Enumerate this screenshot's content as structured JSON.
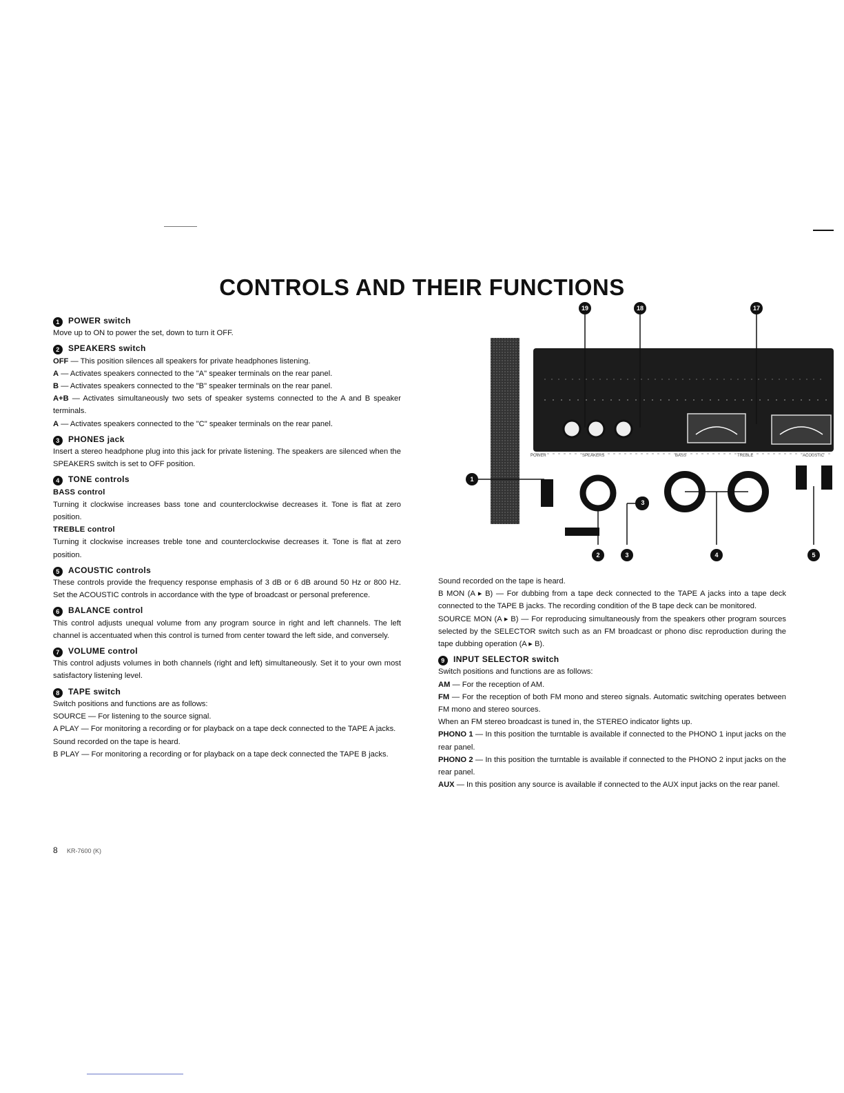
{
  "title": "CONTROLS AND THEIR FUNCTIONS",
  "sections": {
    "power": {
      "num": "1",
      "heading": "POWER switch",
      "lines": [
        "Move up to ON to power the set, down to turn it OFF."
      ]
    },
    "speakers": {
      "num": "2",
      "heading": "SPEAKERS switch",
      "items": [
        {
          "key": "OFF",
          "text": " — This position silences all speakers for private headphones listening."
        },
        {
          "key": "A",
          "text": " — Activates speakers connected to the \"A\" speaker terminals on the rear panel."
        },
        {
          "key": "B",
          "text": " — Activates speakers connected to the \"B\" speaker terminals on the rear panel."
        },
        {
          "key": "A+B",
          "text": " — Activates simultaneously two sets of speaker systems connected to the A and B speaker terminals."
        },
        {
          "key": "A",
          "text": " — Activates speakers connected to the \"C\" speaker terminals on the rear panel."
        }
      ]
    },
    "phones": {
      "num": "3",
      "heading": "PHONES jack",
      "text": "Insert a stereo headphone plug into this jack for private listening. The speakers are silenced when the SPEAKERS switch is set to OFF position."
    },
    "tone": {
      "num": "4",
      "heading": "TONE controls",
      "bass_heading": "BASS control",
      "bass_text": "Turning it clockwise increases bass tone and counterclockwise decreases it. Tone is flat at zero position.",
      "treble_heading": "TREBLE control",
      "treble_text": "Turning it clockwise increases treble tone and counterclockwise decreases it. Tone is flat at zero position."
    },
    "acoustic": {
      "num": "5",
      "heading": "ACOUSTIC controls",
      "text": "These controls provide the frequency response emphasis of 3 dB or 6 dB around 50 Hz or 800 Hz. Set the ACOUSTIC controls in accordance with the type of broadcast or personal preference."
    },
    "balance": {
      "num": "6",
      "heading": "BALANCE control",
      "text": "This control adjusts unequal volume from any program source in right and left channels. The left channel is accentuated when this control is turned from center toward the left side, and conversely."
    },
    "volume": {
      "num": "7",
      "heading": "VOLUME control",
      "text": "This control adjusts volumes in both channels (right and left) simultaneously. Set it to your own most satisfactory listening level."
    },
    "tape": {
      "num": "8",
      "heading": "TAPE switch",
      "lines": [
        "Switch positions and functions are as follows:",
        "SOURCE — For listening to the source signal.",
        "A PLAY — For monitoring a recording or for playback on a tape deck connected to the TAPE A jacks.",
        "Sound recorded on the tape is heard.",
        "B PLAY — For monitoring a recording or for playback on a tape deck connected the TAPE B jacks."
      ],
      "continued": [
        "Sound recorded on the tape is heard.",
        "B MON (A ▸ B) — For dubbing from a tape deck connected to the TAPE A jacks into a tape deck connected to the TAPE B jacks. The recording condition of the B tape deck can be monitored.",
        "SOURCE MON (A ▸ B) — For reproducing simultaneously from the speakers other program sources selected by the SELECTOR switch such as an FM broadcast or phono disc reproduction during the tape dubbing operation (A ▸ B)."
      ]
    },
    "selector": {
      "num": "9",
      "heading": "INPUT SELECTOR switch",
      "intro": "Switch positions and functions are as follows:",
      "items": [
        {
          "key": "AM",
          "text": " — For the reception of AM."
        },
        {
          "key": "FM",
          "text": " — For the reception of both FM mono and stereo signals. Automatic switching operates between FM mono and stereo sources."
        }
      ],
      "stereo_note": "When an FM stereo broadcast is tuned in, the STEREO indicator lights up.",
      "items2": [
        {
          "key": "PHONO 1",
          "text": " — In this position the turntable is available if connected to the PHONO 1 input jacks on the rear panel."
        },
        {
          "key": "PHONO 2",
          "text": " — In this position the turntable is available if connected to the PHONO 2 input jacks on the rear panel."
        },
        {
          "key": "AUX",
          "text": " — In this position any source is available if connected to the AUX input jacks on the rear panel."
        }
      ]
    }
  },
  "panel": {
    "callouts_top": [
      "19",
      "18",
      "17"
    ],
    "callouts_bottom": [
      "2",
      "3",
      "4",
      "5"
    ],
    "callouts_side": [
      "1",
      "3"
    ],
    "labels": [
      "POWER",
      "SPEAKERS",
      "BASS",
      "TREBLE",
      "ACOUSTIC"
    ]
  },
  "footer": {
    "page": "8",
    "model": "KR-7600 (K)"
  },
  "colors": {
    "ink": "#111111",
    "panel_dark": "#1c1c1c",
    "panel_mid": "#3a3a3a",
    "link": "#6b79c8"
  }
}
